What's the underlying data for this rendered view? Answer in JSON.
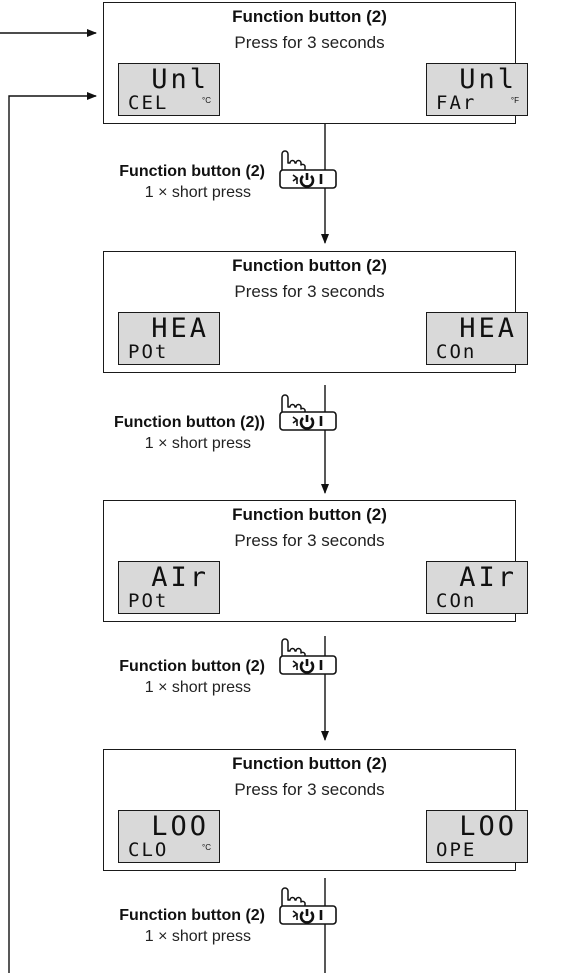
{
  "panels": [
    {
      "title": "Function button (2)",
      "subtitle": "Press for 3 seconds",
      "left_display": {
        "top": "Unl",
        "bottom": "CEL",
        "unit": "°C"
      },
      "right_display": {
        "top": "Unl",
        "bottom": "FAr",
        "unit": "°F"
      }
    },
    {
      "title": "Function button (2)",
      "subtitle": "Press for 3 seconds",
      "left_display": {
        "top": "HEA",
        "bottom": "POt",
        "unit": ""
      },
      "right_display": {
        "top": "HEA",
        "bottom": "COn",
        "unit": ""
      }
    },
    {
      "title": "Function button (2)",
      "subtitle": "Press for 3 seconds",
      "left_display": {
        "top": "AIr",
        "bottom": "POt",
        "unit": ""
      },
      "right_display": {
        "top": "AIr",
        "bottom": "COn",
        "unit": ""
      }
    },
    {
      "title": "Function button (2)",
      "subtitle": "Press for 3 seconds",
      "left_display": {
        "top": "LOO",
        "bottom": "CLO",
        "unit": "°C"
      },
      "right_display": {
        "top": "LOO",
        "bottom": "OPE",
        "unit": ""
      }
    }
  ],
  "steps": [
    {
      "label": "Function button (2)",
      "hint": "1 × short press"
    },
    {
      "label": "Function button (2))",
      "hint": "1 × short press"
    },
    {
      "label": "Function button (2)",
      "hint": "1 × short press"
    },
    {
      "label": "Function button (2)",
      "hint": "1 × short press"
    }
  ]
}
